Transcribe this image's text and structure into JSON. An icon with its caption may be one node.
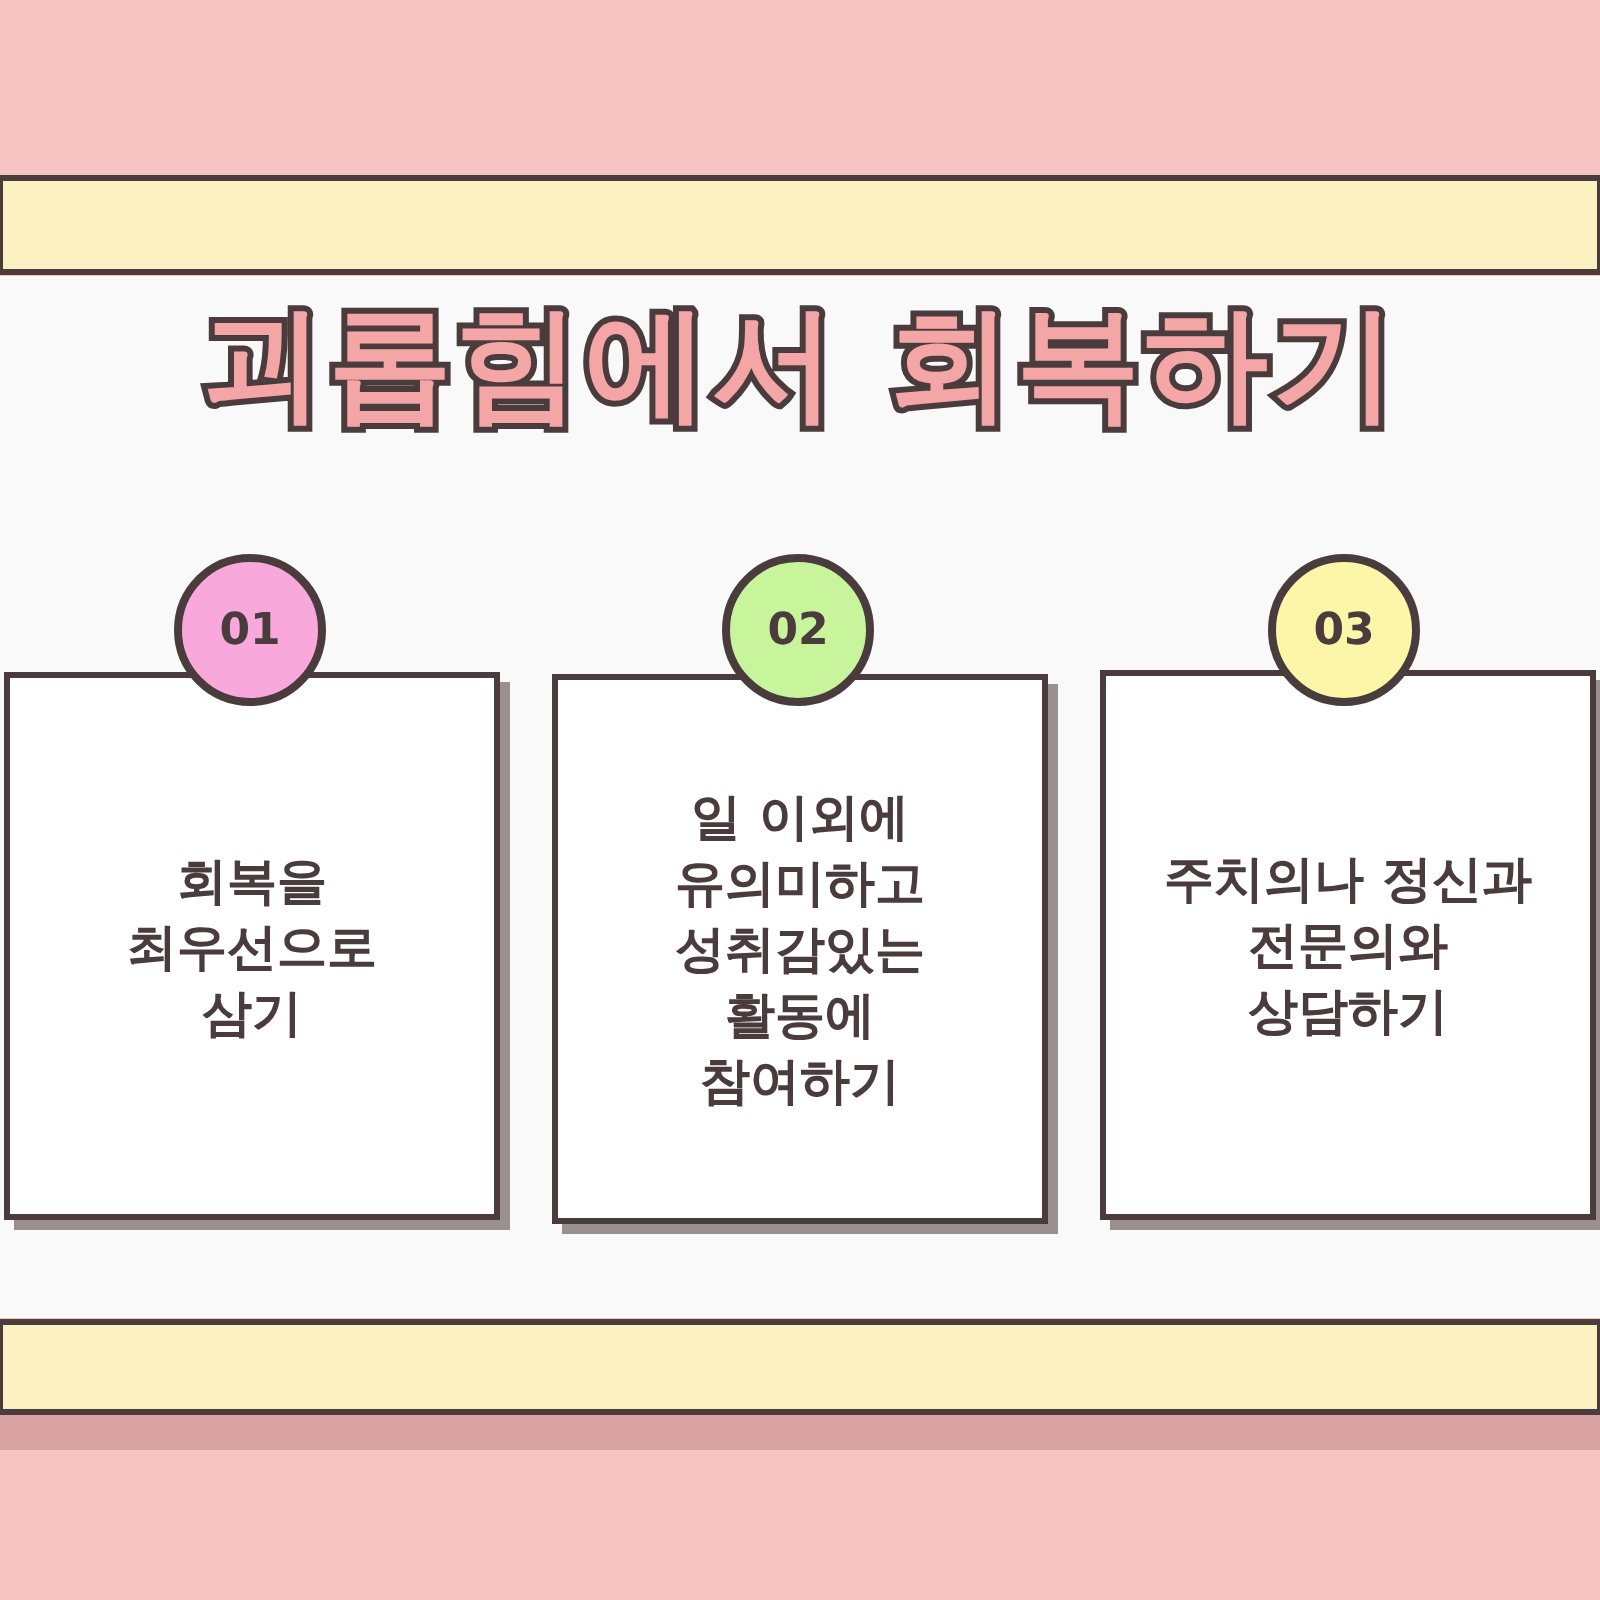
{
  "diagram": {
    "title": "괴롭힘에서 회복하기",
    "nodes": [
      {
        "text": [
          "01"
        ]
      },
      {
        "text": [
          "회복을 최우선으로 삼기"
        ]
      },
      {
        "text": [
          "02"
        ]
      },
      {
        "text": [
          "일 이외에 유의미하고 성취감있는 활동에 참여하기"
        ]
      },
      {
        "text": [
          "03"
        ]
      },
      {
        "text": [
          "주치의나 정신과 전문의와 상담하기"
        ]
      }
    ],
    "edges": []
  }
}
